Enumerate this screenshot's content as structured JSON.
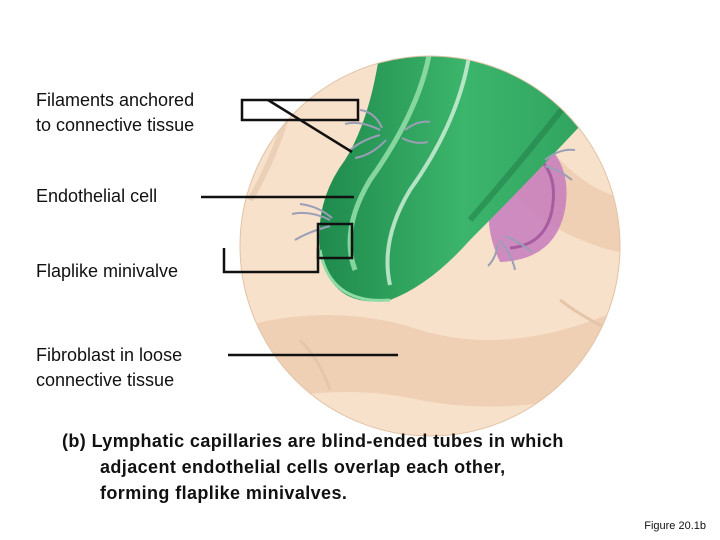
{
  "labels": {
    "filaments_line1": "Filaments anchored",
    "filaments_line2": "to connective tissue",
    "endothelial": "Endothelial cell",
    "minivalve": "Flaplike minivalve",
    "fibroblast_line1": "Fibroblast in loose",
    "fibroblast_line2": "connective tissue"
  },
  "caption": {
    "line1": "(b) Lymphatic capillaries are blind-ended tubes in which",
    "line2": "adjacent endothelial cells overlap each other,",
    "line3": "forming flaplike minivalves."
  },
  "figure_ref": "Figure 20.1b",
  "colors": {
    "tissue": "#f7ddc4",
    "tissue_strand": "#e8c7a9",
    "capillary_green": "#2fa862",
    "capillary_light": "#8fdca6",
    "capillary_dark": "#1d7a44",
    "fibroblast": "#c77bbd",
    "filament": "#9a9fb7",
    "leader": "#111111"
  }
}
